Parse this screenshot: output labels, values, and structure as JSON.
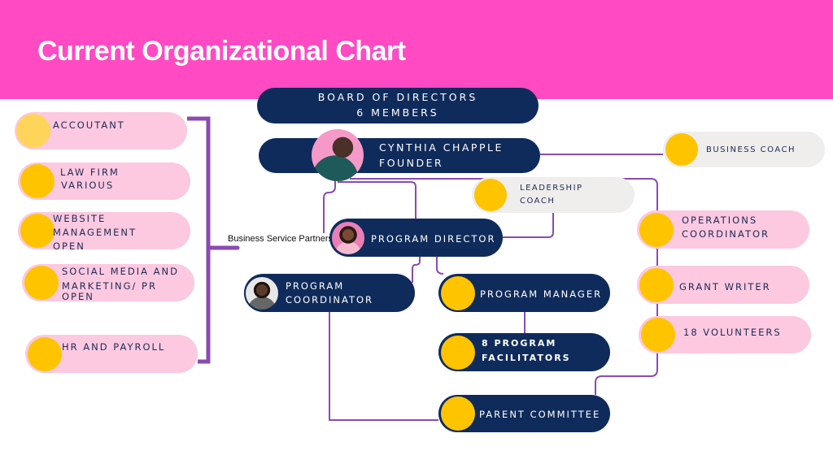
{
  "title": "Current Organizational Chart",
  "colors": {
    "header": "#ff4ac4",
    "navy": "#0f2b5b",
    "pink": "#fcc9e0",
    "grey": "#efeeec",
    "yellow": "#ffc400",
    "line": "#8a4bb0"
  },
  "board": {
    "line1": "BOARD OF DIRECTORS",
    "line2": "6 MEMBERS"
  },
  "founder": {
    "line1": "CYNTHIA CHAPPLE",
    "line2": "FOUNDER"
  },
  "business_coach": "BUSINESS COACH",
  "leadership_coach": {
    "line1": "LEADERSHIP",
    "line2": "COACH"
  },
  "program_director": "PROGRAM DIRECTOR",
  "program_coordinator": {
    "line1": "PROGRAM",
    "line2": "COORDINATOR"
  },
  "program_manager": "PROGRAM MANAGER",
  "facilitators": {
    "line1": "8 PROGRAM",
    "line2": "FACILITATORS"
  },
  "parent_committee": "PARENT COMMITTEE",
  "operations_coordinator": {
    "line1": "OPERATIONS",
    "line2": "COORDINATOR"
  },
  "grant_writer": "GRANT WRITER",
  "volunteers": "18 VOLUNTEERS",
  "business_service_partners": "Business Service Partners",
  "partners": [
    {
      "lines": [
        "ACCOUTANT"
      ]
    },
    {
      "lines": [
        "LAW FIRM",
        "VARIOUS"
      ]
    },
    {
      "lines": [
        "WEBSITE",
        "MANAGEMENT",
        " OPEN"
      ]
    },
    {
      "lines": [
        "SOCIAL MEDIA AND",
        "MARKETING/ PR",
        "OPEN"
      ]
    },
    {
      "lines": [
        "HR AND PAYROLL"
      ]
    }
  ]
}
